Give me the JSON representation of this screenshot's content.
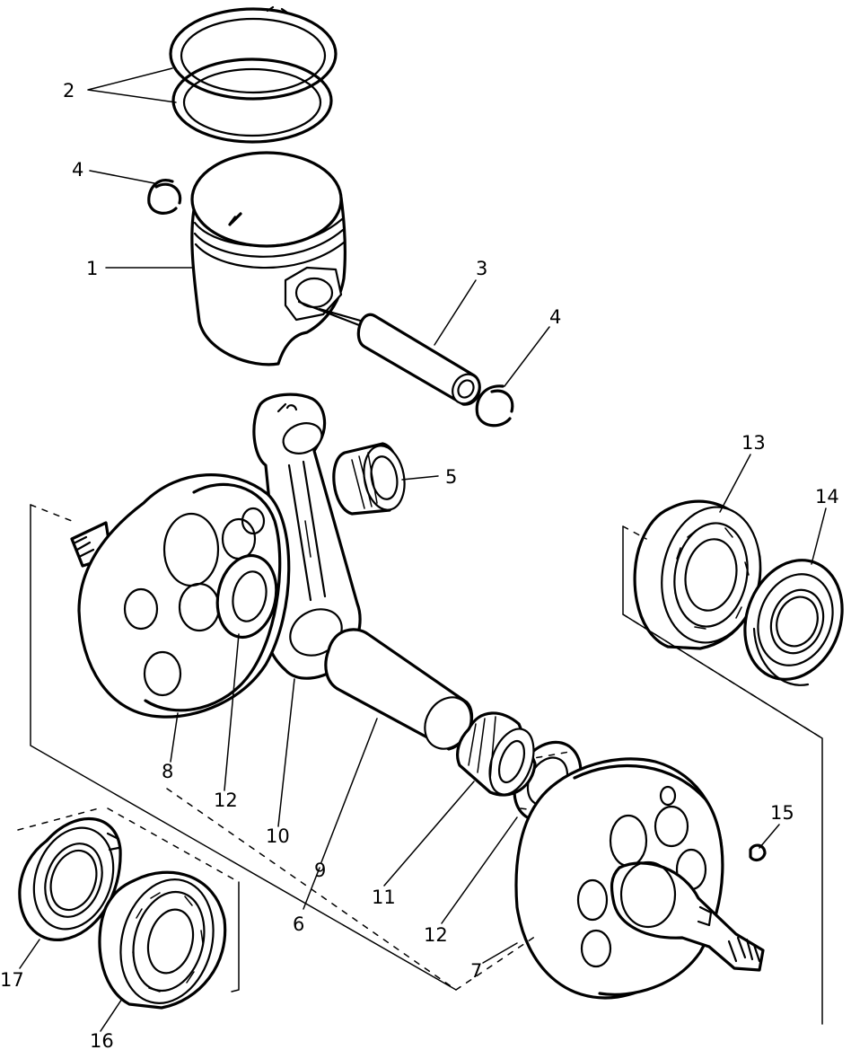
{
  "callouts": {
    "piston": "1",
    "piston_rings": "2",
    "piston_pin": "3",
    "clip_left": "4",
    "clip_right": "4",
    "small_end_bearing": "5",
    "crankshaft_assembly": "6",
    "crank_right": "7",
    "crank_left": "8",
    "crank_pin": "9",
    "connecting_rod": "10",
    "big_end_bearing": "11",
    "thrust_washer_left": "12",
    "thrust_washer_right": "12",
    "bearing_right": "13",
    "oil_seal_right": "14",
    "woodruff_key": "15",
    "bearing_left": "16",
    "oil_seal_left": "17"
  }
}
